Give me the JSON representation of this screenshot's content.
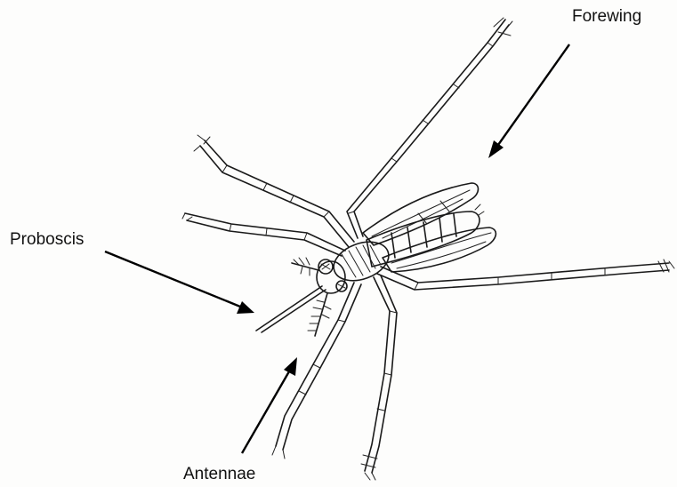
{
  "labels": {
    "forewing": "Forewing",
    "proboscis": "Proboscis",
    "antennae": "Antennae"
  },
  "colors": {
    "background": "#fdfdfc",
    "ink": "#1a1a1a",
    "arrow": "#000000"
  }
}
